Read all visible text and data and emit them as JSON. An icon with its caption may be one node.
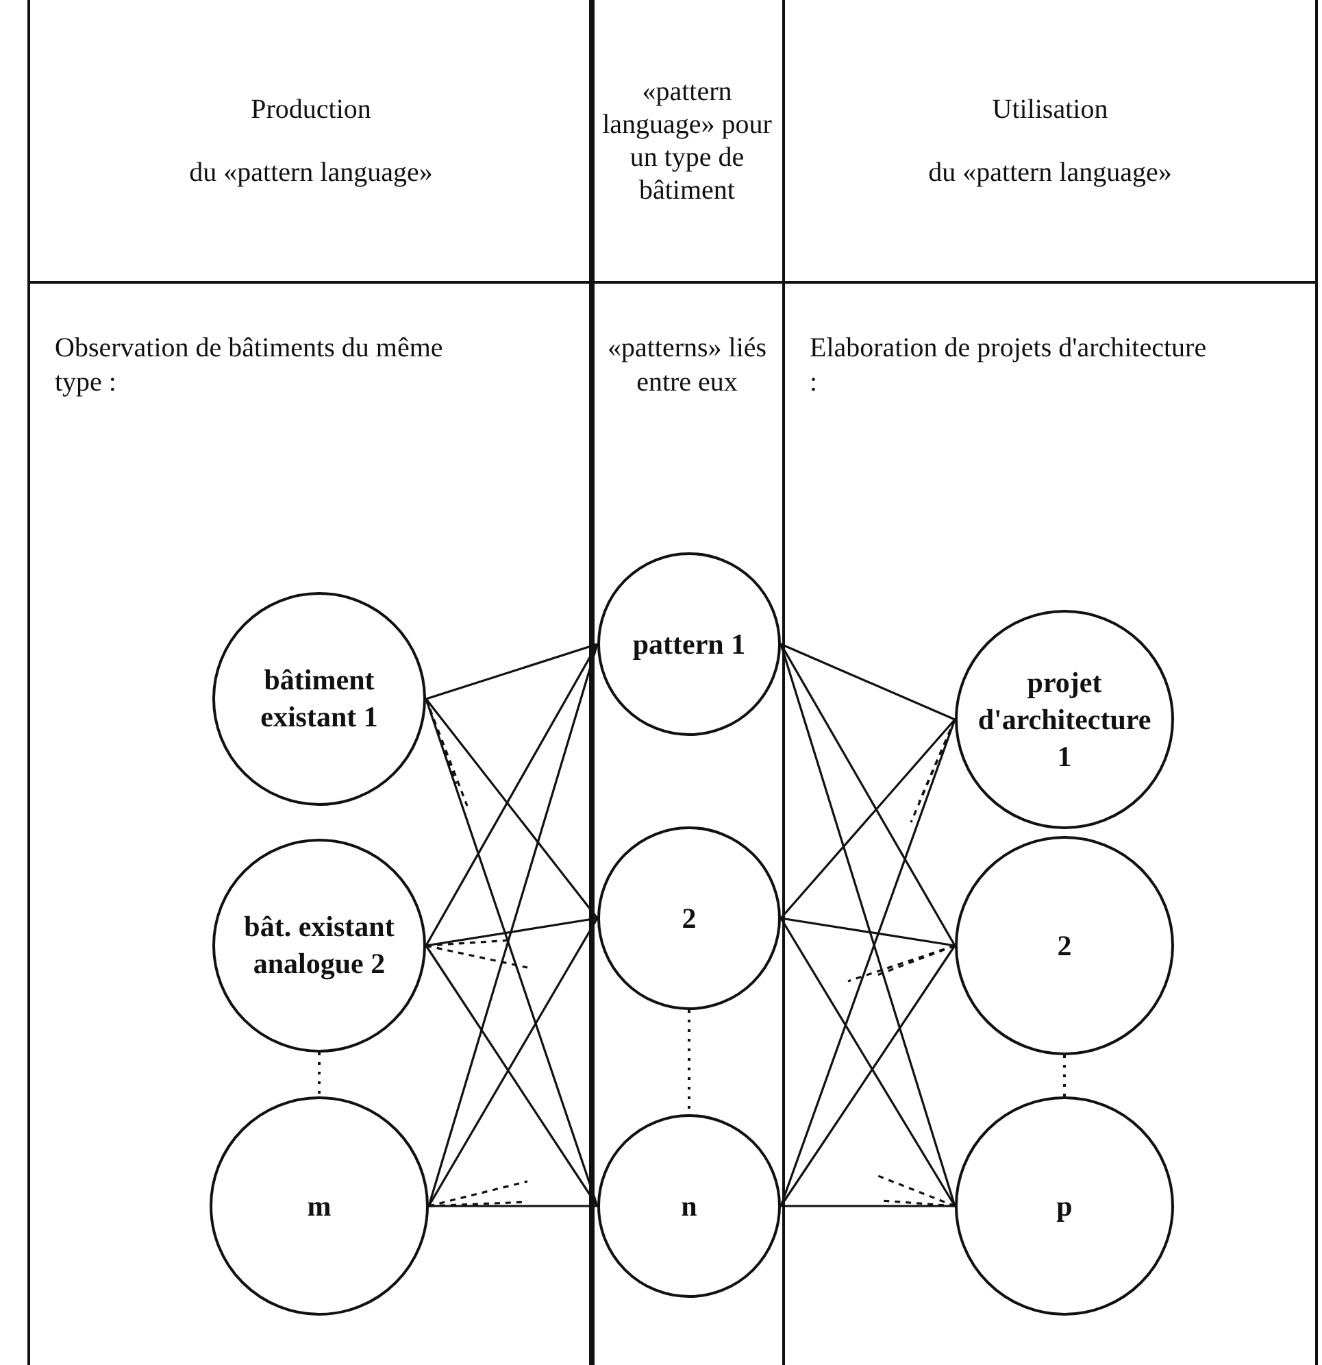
{
  "diagram": {
    "nodes": [
      {
        "text": [
          "Production",
          "du «pattern language»",
          "Observation de bâtiments du même type :"
        ]
      },
      {
        "text": [
          "bâtiment existant 1"
        ],
        "in": 0
      },
      {
        "text": [
          "bât. existant analogue 2"
        ],
        "in": 0
      },
      {
        "text": [
          "m"
        ],
        "in": 0
      },
      {
        "text": [
          "«pattern language» pour un type de bâtiment",
          "«patterns» liés entre eux"
        ]
      },
      {
        "text": [
          "pattern 1"
        ],
        "in": 4
      },
      {
        "text": [
          "2"
        ],
        "in": 4
      },
      {
        "text": [
          "n"
        ],
        "in": 4
      },
      {
        "text": [
          "Utilisation",
          "du «pattern language»",
          "Elaboration de projets d'architecture :"
        ]
      },
      {
        "text": [
          "projet d'architecture 1"
        ],
        "in": 8
      },
      {
        "text": [
          "2"
        ],
        "in": 8
      },
      {
        "text": [
          "p"
        ],
        "in": 8
      }
    ],
    "edges": [
      {
        "from": 1,
        "to": 5,
        "arrow": "none"
      },
      {
        "from": 1,
        "to": 6,
        "arrow": "none"
      },
      {
        "from": 1,
        "to": 7,
        "arrow": "none"
      },
      {
        "from": 2,
        "to": 5,
        "arrow": "none"
      },
      {
        "from": 2,
        "to": 6,
        "arrow": "none"
      },
      {
        "from": 2,
        "to": 7,
        "arrow": "none"
      },
      {
        "from": 3,
        "to": 5,
        "arrow": "none"
      },
      {
        "from": 3,
        "to": 6,
        "arrow": "none"
      },
      {
        "from": 3,
        "to": 7,
        "arrow": "none"
      },
      {
        "from": 5,
        "to": 9,
        "arrow": "none"
      },
      {
        "from": 5,
        "to": 10,
        "arrow": "none"
      },
      {
        "from": 5,
        "to": 11,
        "arrow": "none"
      },
      {
        "from": 6,
        "to": 9,
        "arrow": "none"
      },
      {
        "from": 6,
        "to": 10,
        "arrow": "none"
      },
      {
        "from": 6,
        "to": 11,
        "arrow": "none"
      },
      {
        "from": 7,
        "to": 9,
        "arrow": "none"
      },
      {
        "from": 7,
        "to": 10,
        "arrow": "none"
      },
      {
        "from": 7,
        "to": 11,
        "arrow": "none"
      },
      {
        "from": 2,
        "to": 3,
        "arrow": "none",
        "style": "dashed"
      },
      {
        "from": 6,
        "to": 7,
        "arrow": "none",
        "style": "dashed"
      },
      {
        "from": 10,
        "to": 11,
        "arrow": "none",
        "style": "dashed"
      },
      {
        "from": 1,
        "to": null,
        "arrow": "none",
        "style": "dashed"
      },
      {
        "from": 1,
        "to": null,
        "arrow": "none",
        "style": "dashed"
      },
      {
        "from": 2,
        "to": null,
        "arrow": "none",
        "style": "dashed"
      },
      {
        "from": 2,
        "to": null,
        "arrow": "none",
        "style": "dashed"
      },
      {
        "from": 3,
        "to": null,
        "arrow": "none",
        "style": "dashed"
      },
      {
        "from": 3,
        "to": null,
        "arrow": "none",
        "style": "dashed"
      },
      {
        "from": 9,
        "to": null,
        "arrow": "none",
        "style": "dashed"
      },
      {
        "from": 9,
        "to": null,
        "arrow": "none",
        "style": "dashed"
      },
      {
        "from": 10,
        "to": null,
        "arrow": "none",
        "style": "dashed"
      },
      {
        "from": 10,
        "to": null,
        "arrow": "none",
        "style": "dashed"
      },
      {
        "from": 11,
        "to": null,
        "arrow": "none",
        "style": "dashed"
      },
      {
        "from": 11,
        "to": null,
        "arrow": "none",
        "style": "dashed"
      }
    ]
  }
}
